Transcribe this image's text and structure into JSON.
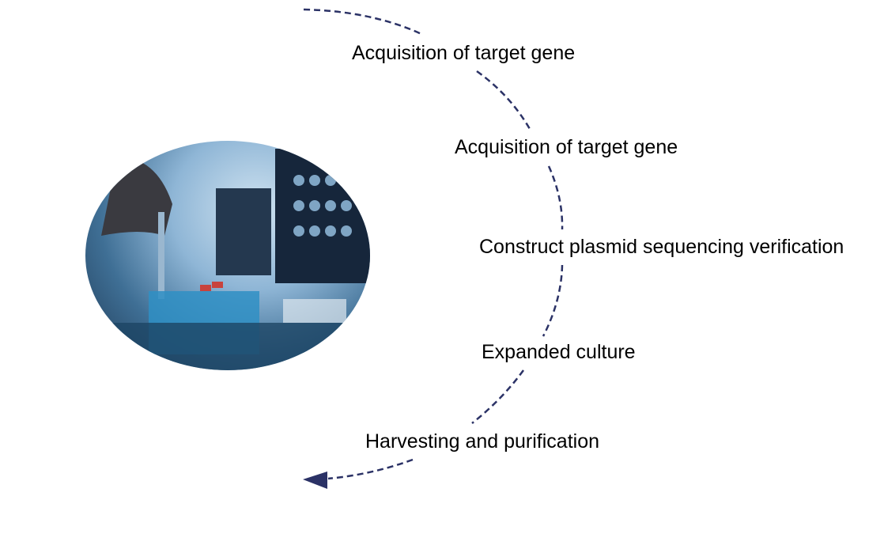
{
  "diagram": {
    "type": "process-flow",
    "steps": [
      {
        "label": "Acquisition of target gene"
      },
      {
        "label": "Acquisition of target gene"
      },
      {
        "label": "Construct plasmid sequencing verification"
      },
      {
        "label": "Expanded culture"
      },
      {
        "label": "Harvesting and purification"
      }
    ],
    "image": {
      "description": "Laboratory scene: scientist pipetting into test tubes with monitors in background"
    },
    "colors": {
      "arrow": "#2b3266",
      "text": "#000000"
    }
  }
}
